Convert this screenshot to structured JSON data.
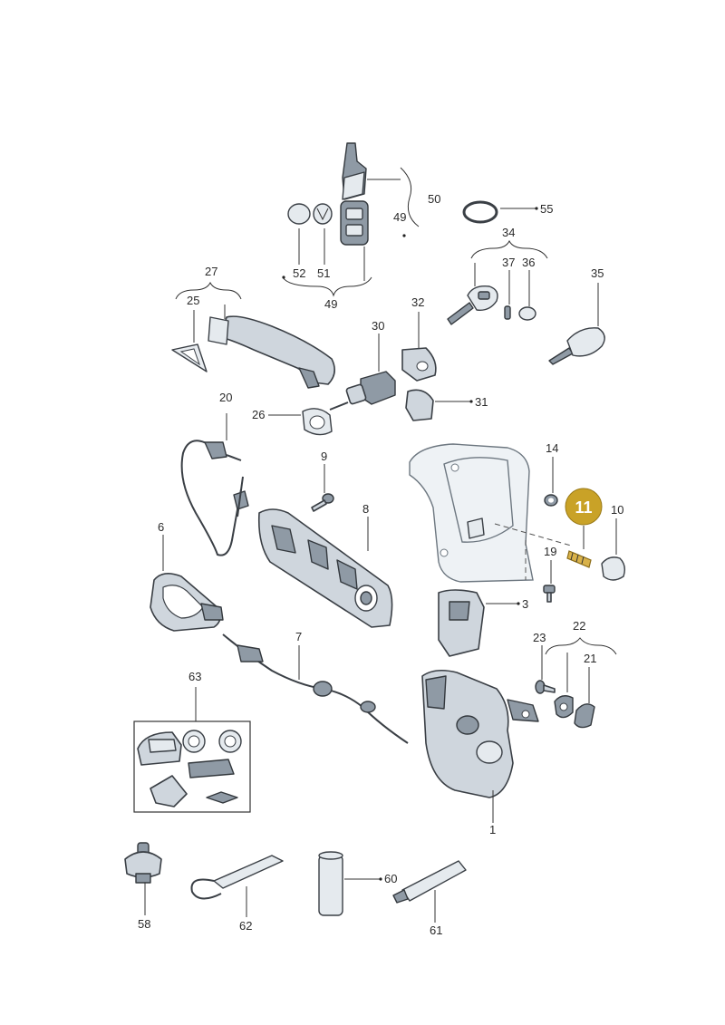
{
  "labels": {
    "p1": "1",
    "p3": "3",
    "p6": "6",
    "p7": "7",
    "p8": "8",
    "p9": "9",
    "p10": "10",
    "p11": "11",
    "p14": "14",
    "p19": "19",
    "p20": "20",
    "p21": "21",
    "p22": "22",
    "p23": "23",
    "p25": "25",
    "p26": "26",
    "p27": "27",
    "p30": "30",
    "p31": "31",
    "p32": "32",
    "p34": "34",
    "p35": "35",
    "p36": "36",
    "p37": "37",
    "p49a": "49",
    "p49b": "49",
    "p50": "50",
    "p51": "51",
    "p52": "52",
    "p55": "55",
    "p58": "58",
    "p60": "60",
    "p61": "61",
    "p62": "62",
    "p63": "63"
  },
  "highlight": {
    "part": "11",
    "color": "#c9a227"
  }
}
